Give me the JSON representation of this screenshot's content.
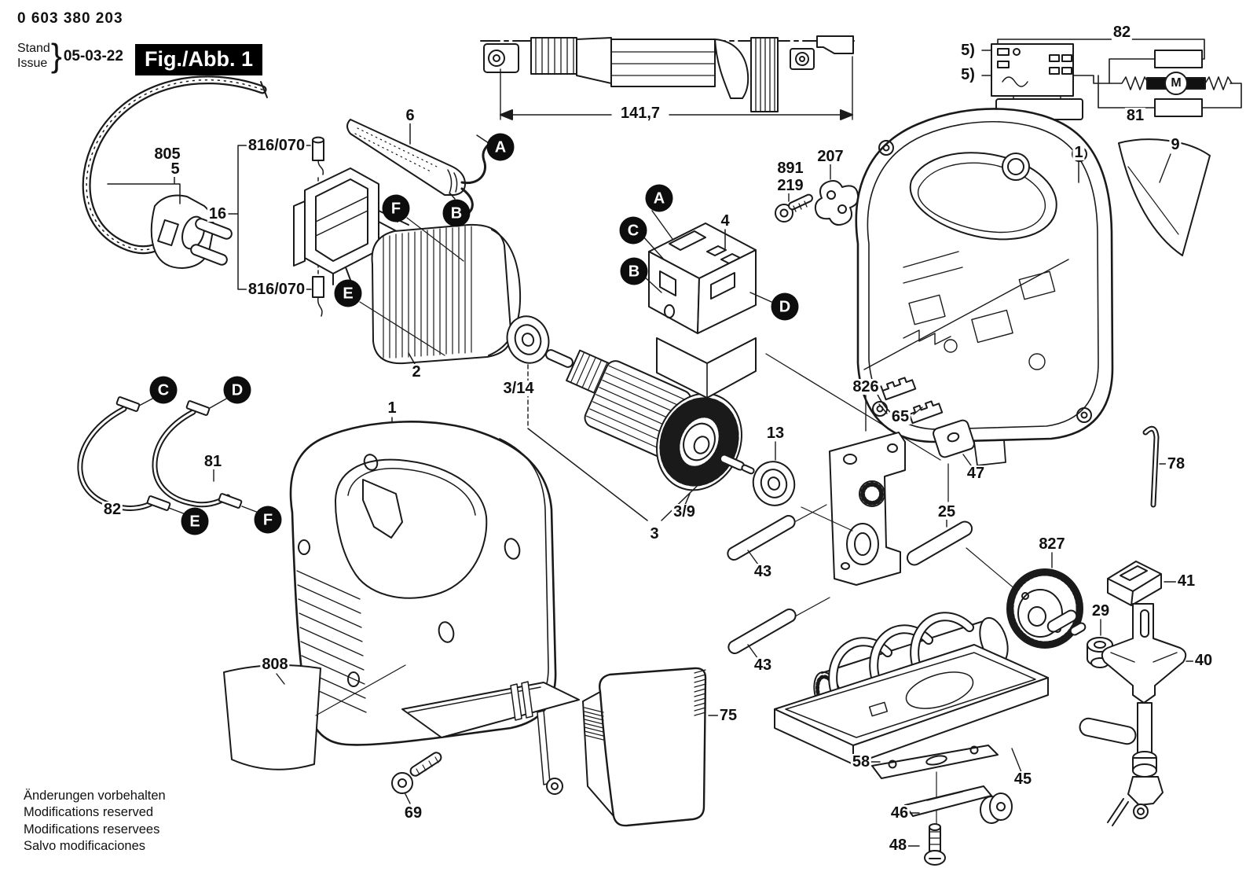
{
  "header": {
    "part_number": "0 603 380 203",
    "stand": "Stand",
    "issue": "Issue",
    "brace": "}",
    "date": "05-03-22",
    "figure": "Fig./Abb. 1"
  },
  "dimension": {
    "value": "141,7"
  },
  "circuit": {
    "tap": "5)",
    "motor": "M"
  },
  "callouts": {
    "a": "A",
    "b": "B",
    "c": "C",
    "d": "D",
    "e": "E",
    "f": "F"
  },
  "parts": {
    "p805": "805",
    "p805_5": "5",
    "p16": "16",
    "p816_070": "816/070",
    "p6": "6",
    "p2": "2",
    "p3_14": "3/14",
    "p1": "1",
    "p3_9": "3/9",
    "p3": "3",
    "p4": "4",
    "p891": "891",
    "p219": "219",
    "p207": "207",
    "p9": "9",
    "p81": "81",
    "p82": "82",
    "p826": "826",
    "p65": "65",
    "p47": "47",
    "p13": "13",
    "p25": "25",
    "p43": "43",
    "p827": "827",
    "p41": "41",
    "p29": "29",
    "p40": "40",
    "p78": "78",
    "p75": "75",
    "p58": "58",
    "p45": "45",
    "p46": "46",
    "p48": "48",
    "p808": "808",
    "p69": "69"
  },
  "footer": {
    "line1": "Änderungen vorbehalten",
    "line2": "Modifications reserved",
    "line3": "Modifications reservees",
    "line4": "Salvo modificaciones"
  },
  "colors": {
    "ink": "#1a1a1a",
    "paper": "#ffffff"
  }
}
